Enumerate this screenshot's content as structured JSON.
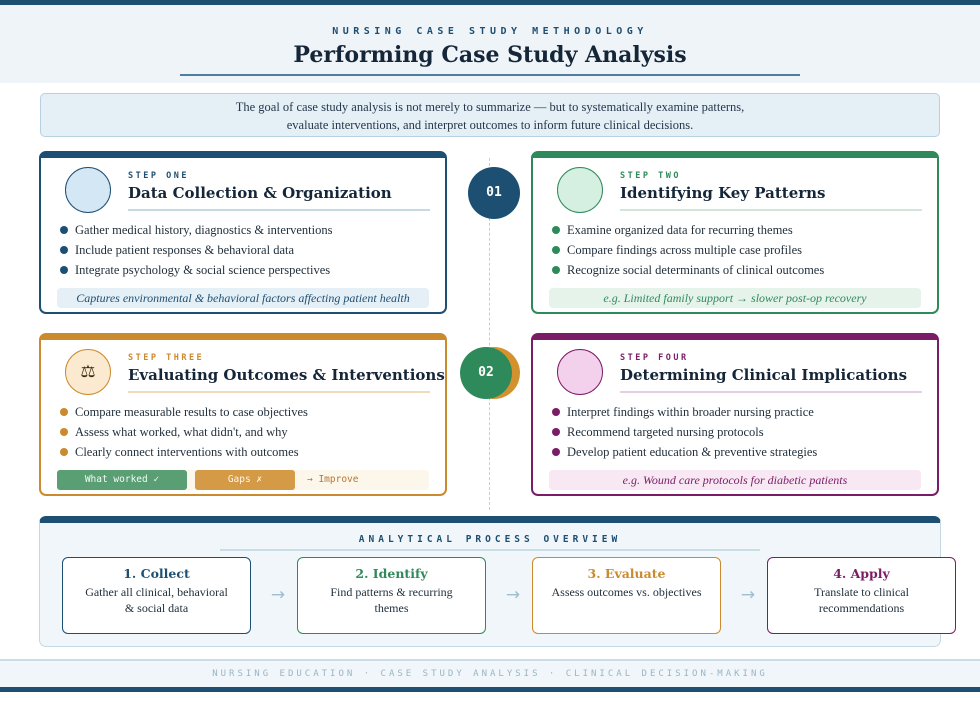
{
  "colors": {
    "navy": "#1d4f72",
    "green": "#2e8a5a",
    "amber": "#cc8a2e",
    "plum": "#7a1d66"
  },
  "header": {
    "eyebrow": "NURSING CASE STUDY METHODOLOGY",
    "title": "Performing Case Study Analysis"
  },
  "intro": {
    "line1": "The goal of case study analysis is not merely to summarize — but to systematically examine patterns,",
    "line2": "evaluate interventions, and interpret outcomes to inform future clinical decisions."
  },
  "badges": [
    "01",
    "02"
  ],
  "steps": [
    {
      "label": "STEP ONE",
      "title": "Data Collection & Organization",
      "bullets": [
        "Gather medical history, diagnostics & interventions",
        "Include patient responses & behavioral data",
        "Integrate psychology & social science perspectives"
      ],
      "note": "Captures environmental & behavioral factors affecting patient health"
    },
    {
      "label": "STEP TWO",
      "title": "Identifying Key Patterns",
      "bullets": [
        "Examine organized data for recurring themes",
        "Compare findings across multiple case profiles",
        "Recognize social determinants of clinical outcomes"
      ],
      "note": "e.g. Limited family support → slower post-op recovery"
    },
    {
      "label": "STEP THREE",
      "title": "Evaluating Outcomes & Interventions",
      "icon": "⚖",
      "bullets": [
        "Compare measurable results to case objectives",
        "Assess what worked, what didn't, and why",
        "Clearly connect interventions with outcomes"
      ],
      "tags": {
        "worked": "What worked ✓",
        "gaps": "Gaps ✗",
        "improve": "→ Improve"
      }
    },
    {
      "label": "STEP FOUR",
      "title": "Determining Clinical Implications",
      "bullets": [
        "Interpret findings within broader nursing practice",
        "Recommend targeted nursing protocols",
        "Develop patient education & preventive strategies"
      ],
      "note": "e.g. Wound care protocols for diabetic patients"
    }
  ],
  "overview": {
    "title": "ANALYTICAL PROCESS OVERVIEW",
    "arrow": "→",
    "items": [
      {
        "title": "1. Collect",
        "desc": "Gather all clinical, behavioral & social data"
      },
      {
        "title": "2. Identify",
        "desc": "Find patterns & recurring themes"
      },
      {
        "title": "3. Evaluate",
        "desc": "Assess outcomes vs. objectives"
      },
      {
        "title": "4. Apply",
        "desc": "Translate to clinical recommendations"
      }
    ]
  },
  "footer": "NURSING EDUCATION · CASE STUDY ANALYSIS · CLINICAL DECISION-MAKING"
}
